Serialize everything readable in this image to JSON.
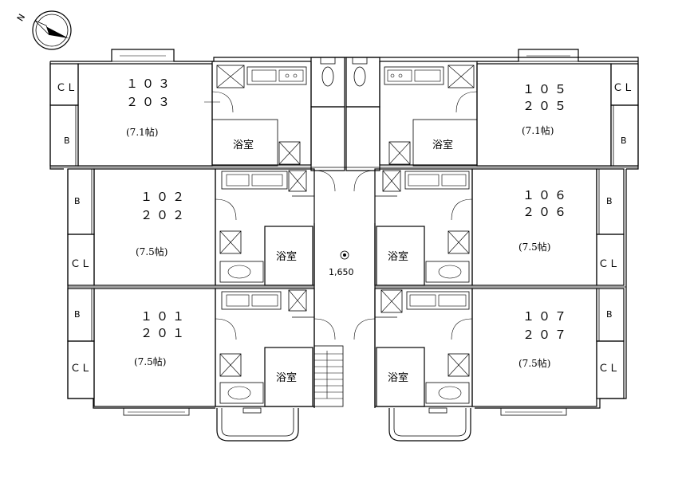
{
  "compass": {
    "letter": "N"
  },
  "units": {
    "u103": {
      "line1": "１０３",
      "line2": "２０３",
      "size": "(7.1帖)"
    },
    "u102": {
      "line1": "１０２",
      "line2": "２０２",
      "size": "(7.5帖)"
    },
    "u101": {
      "line1": "１０１",
      "line2": "２０１",
      "size": "(7.5帖)"
    },
    "u105": {
      "line1": "１０５",
      "line2": "２０５",
      "size": "(7.1帖)"
    },
    "u106": {
      "line1": "１０６",
      "line2": "２０６",
      "size": "(7.5帖)"
    },
    "u107": {
      "line1": "１０７",
      "line2": "２０７",
      "size": "(7.5帖)"
    }
  },
  "labels": {
    "bath": "浴室",
    "closet": "ＣＬ",
    "balcony": "B",
    "dimension": "1,650"
  }
}
